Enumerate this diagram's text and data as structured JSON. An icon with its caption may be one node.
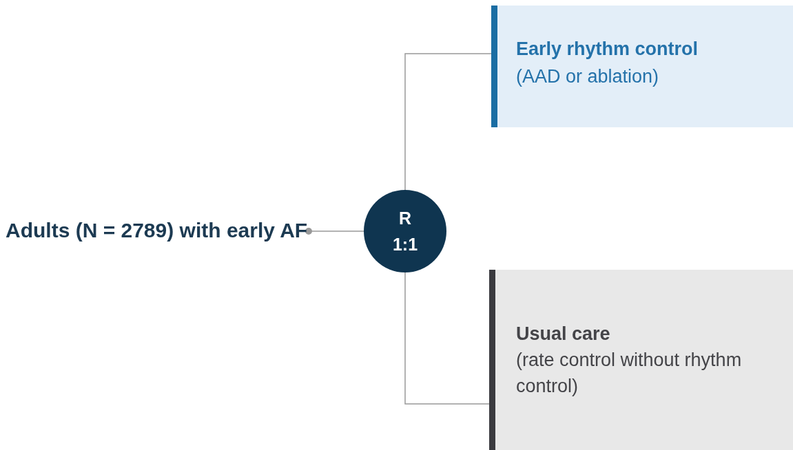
{
  "diagram": {
    "nodes": [
      {
        "text": [
          "Adults (N = 2789) with early AF"
        ]
      },
      {
        "text": [
          "R",
          "1:1"
        ]
      },
      {
        "text": [
          "Early rhythm control",
          "(AAD or ablation)"
        ]
      },
      {
        "text": [
          "Usual care",
          "(rate control without rhythm control)"
        ]
      }
    ],
    "edges": [
      {
        "from": 0,
        "to": 1,
        "arrow": "other"
      },
      {
        "from": 1,
        "to": 2,
        "arrow": "none"
      },
      {
        "from": 1,
        "to": 3,
        "arrow": "none"
      }
    ]
  }
}
